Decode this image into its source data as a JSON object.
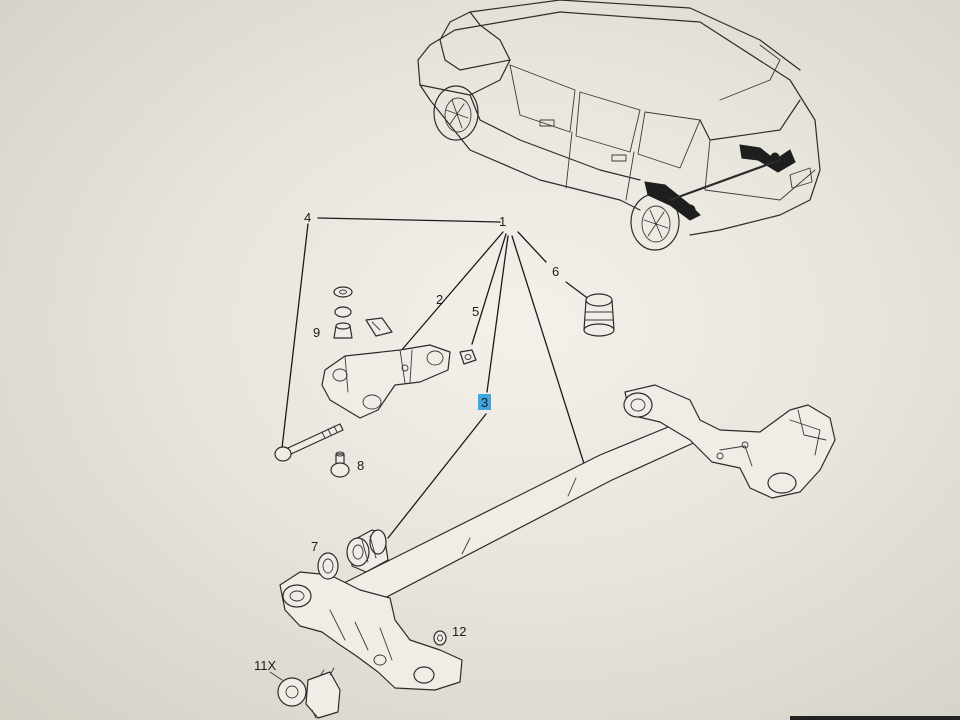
{
  "callouts": {
    "c1": "1",
    "c2": "2",
    "c3": "3",
    "c4": "4",
    "c5": "5",
    "c6": "6",
    "c7": "7",
    "c8": "8",
    "c9": "9",
    "c11": "11X",
    "c12": "12"
  },
  "highlight": {
    "callout": "3",
    "color": "#3fa7e0"
  },
  "colors": {
    "line": "#2c2c2c",
    "paper": "#efede6"
  }
}
